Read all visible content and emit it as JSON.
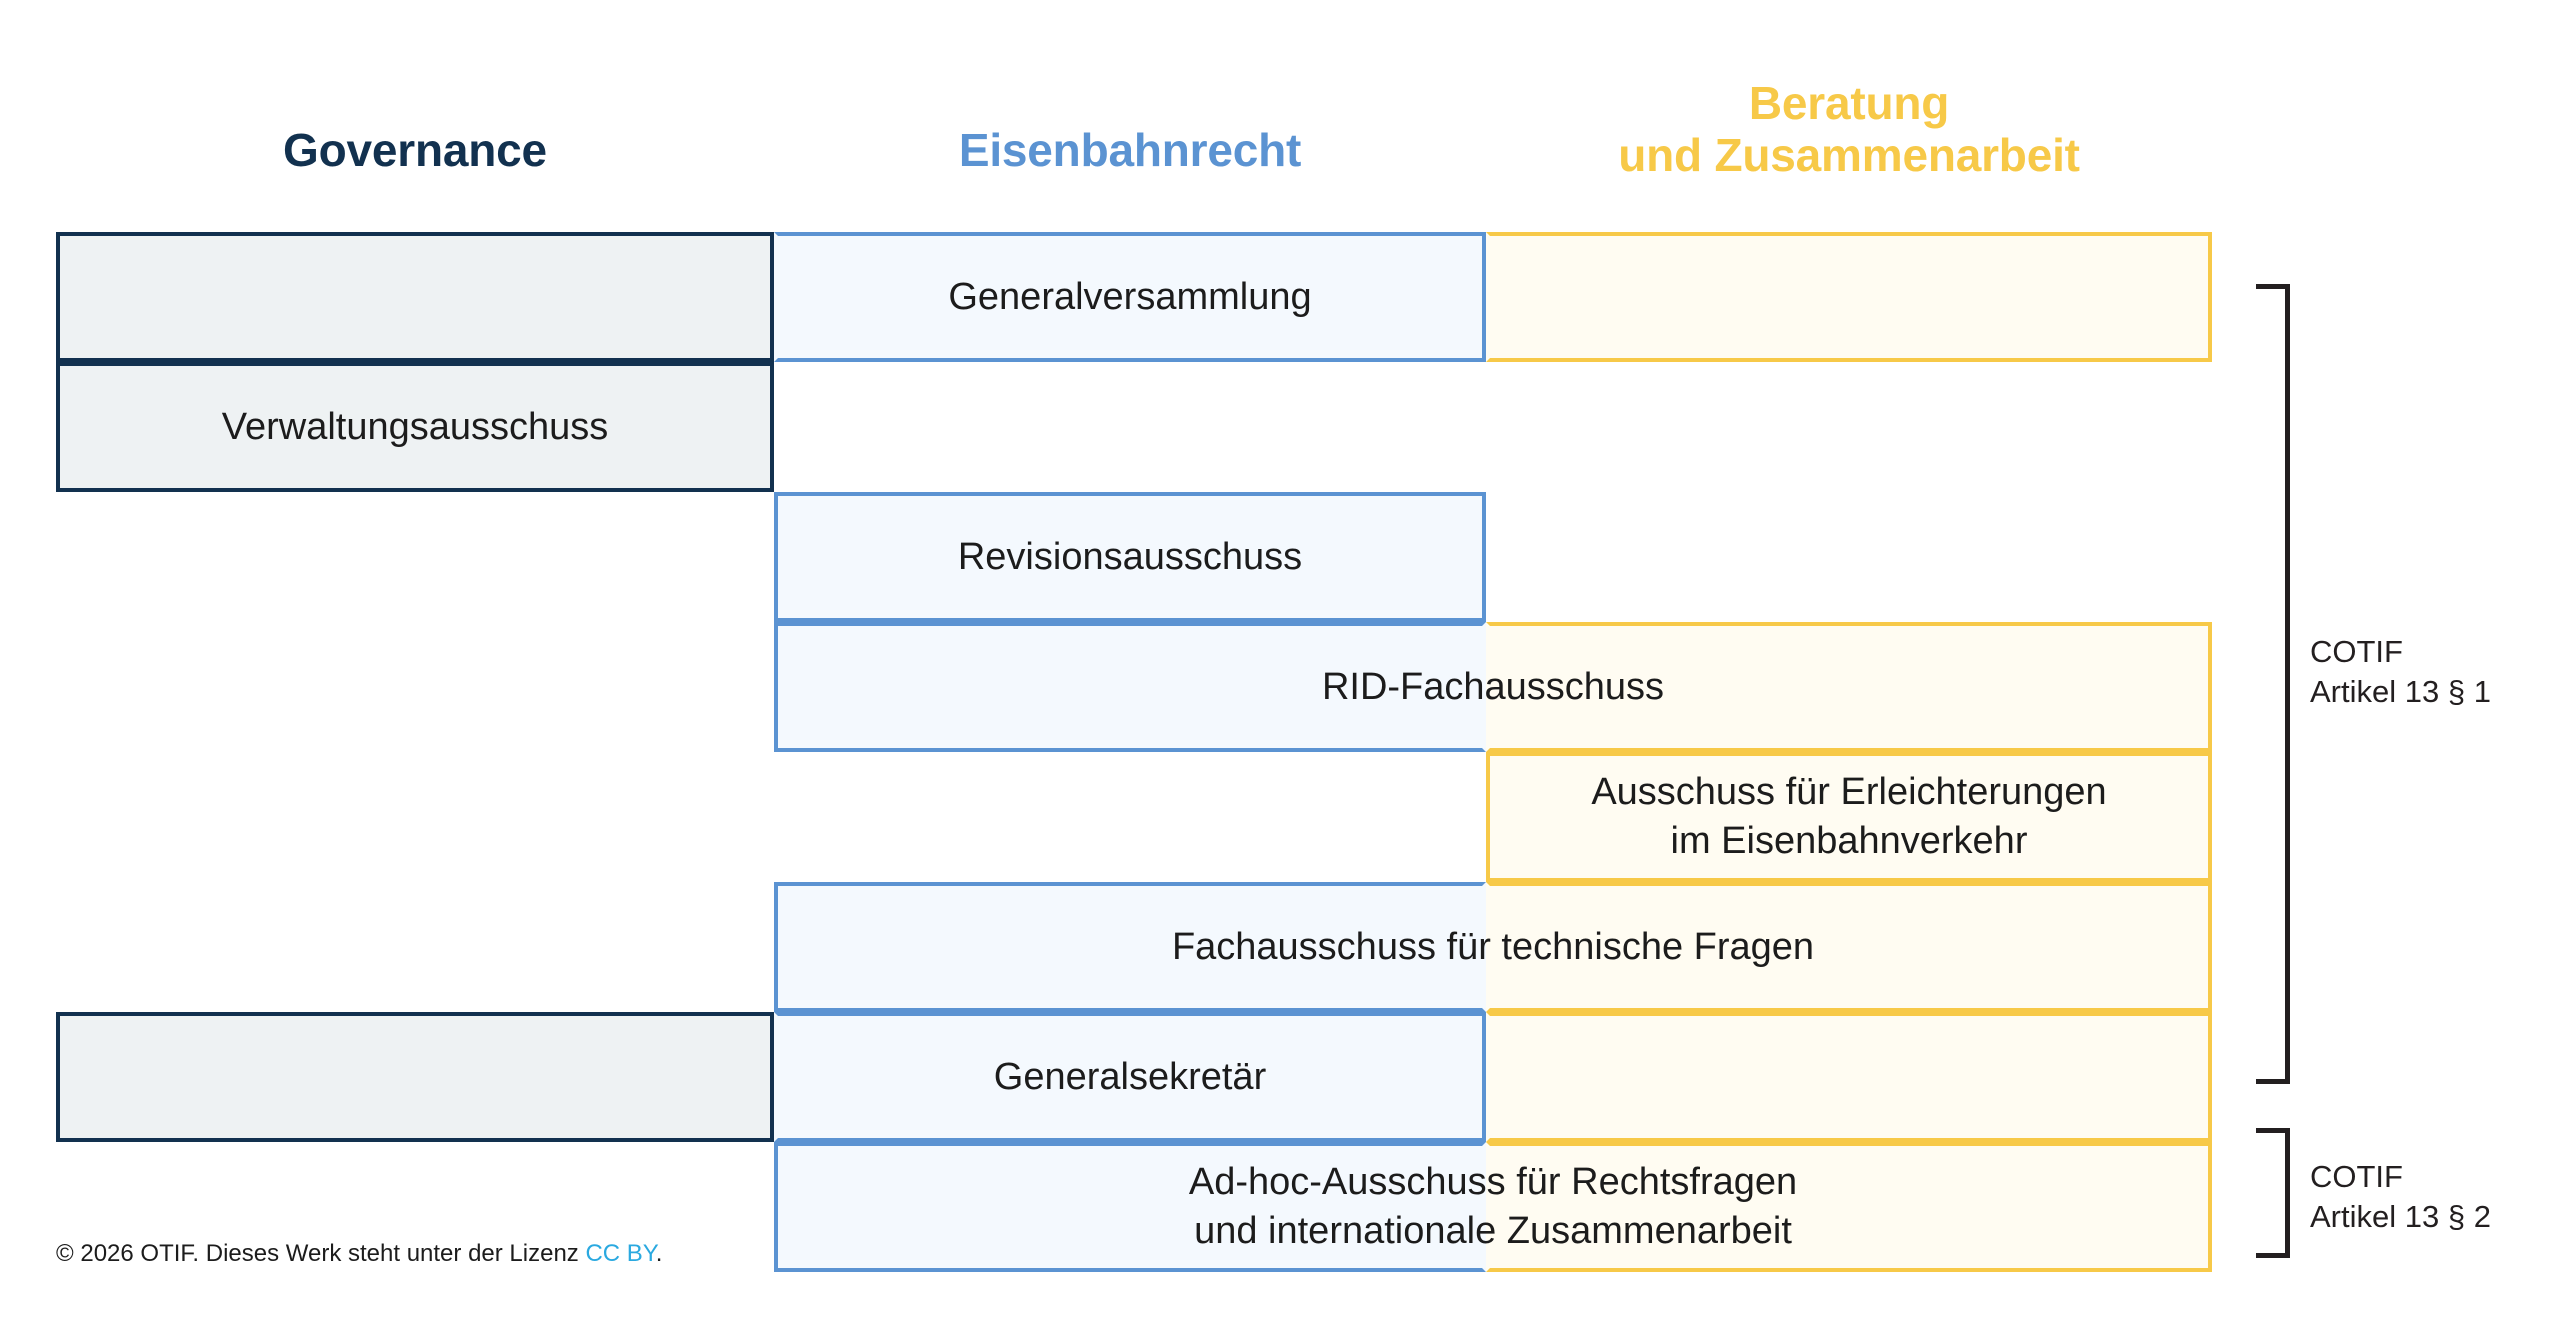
{
  "columns": [
    {
      "id": "governance",
      "label": "Governance",
      "color": "#12314f"
    },
    {
      "id": "eisenbahnrecht",
      "label": "Eisenbahnrecht",
      "color": "#5b93d2"
    },
    {
      "id": "beratung",
      "label": "Beratung\nund Zusammenarbeit",
      "color": "#f7c948"
    }
  ],
  "rows": [
    {
      "id": "generalversammlung",
      "label": "Generalversammlung",
      "spans": [
        "governance",
        "eisenbahnrecht",
        "beratung"
      ]
    },
    {
      "id": "verwaltungsausschuss",
      "label": "Verwaltungsausschuss",
      "spans": [
        "governance"
      ]
    },
    {
      "id": "revisionsausschuss",
      "label": "Revisionsausschuss",
      "spans": [
        "eisenbahnrecht"
      ]
    },
    {
      "id": "rid-fachausschuss",
      "label": "RID-Fachausschuss",
      "spans": [
        "eisenbahnrecht",
        "beratung"
      ]
    },
    {
      "id": "ausschuss-erleichterungen",
      "label": "Ausschuss für Erleichterungen\nim Eisenbahnverkehr",
      "spans": [
        "beratung"
      ]
    },
    {
      "id": "fachausschuss-technische-fragen",
      "label": "Fachausschuss für technische Fragen",
      "spans": [
        "eisenbahnrecht",
        "beratung"
      ]
    },
    {
      "id": "generalsekretaer",
      "label": "Generalsekretär",
      "spans": [
        "governance",
        "eisenbahnrecht",
        "beratung"
      ]
    },
    {
      "id": "ad-hoc-ausschuss",
      "label": "Ad-hoc-Ausschuss für Rechtsfragen\nund internationale Zusammenarbeit",
      "spans": [
        "eisenbahnrecht",
        "beratung"
      ]
    }
  ],
  "brackets": [
    {
      "id": "cotif-13-1",
      "label": "COTIF\nArtikel 13 § 1",
      "covers": "generalversammlung..generalsekretaer"
    },
    {
      "id": "cotif-13-2",
      "label": "COTIF\nArtikel 13 § 2",
      "covers": "ad-hoc-ausschuss"
    }
  ],
  "footer": {
    "prefix": "© 2026 OTIF. Dieses Werk steht unter der Lizenz ",
    "license": "CC BY",
    "suffix": "."
  },
  "palette": {
    "governance_border": "#12314f",
    "governance_fill": "#eef2f3",
    "rail_border": "#5b93d2",
    "rail_fill": "#f4f9fe",
    "advice_border": "#f7c948",
    "advice_fill": "#fffcf2",
    "bracket": "#231f20",
    "link": "#2aa9e0"
  }
}
